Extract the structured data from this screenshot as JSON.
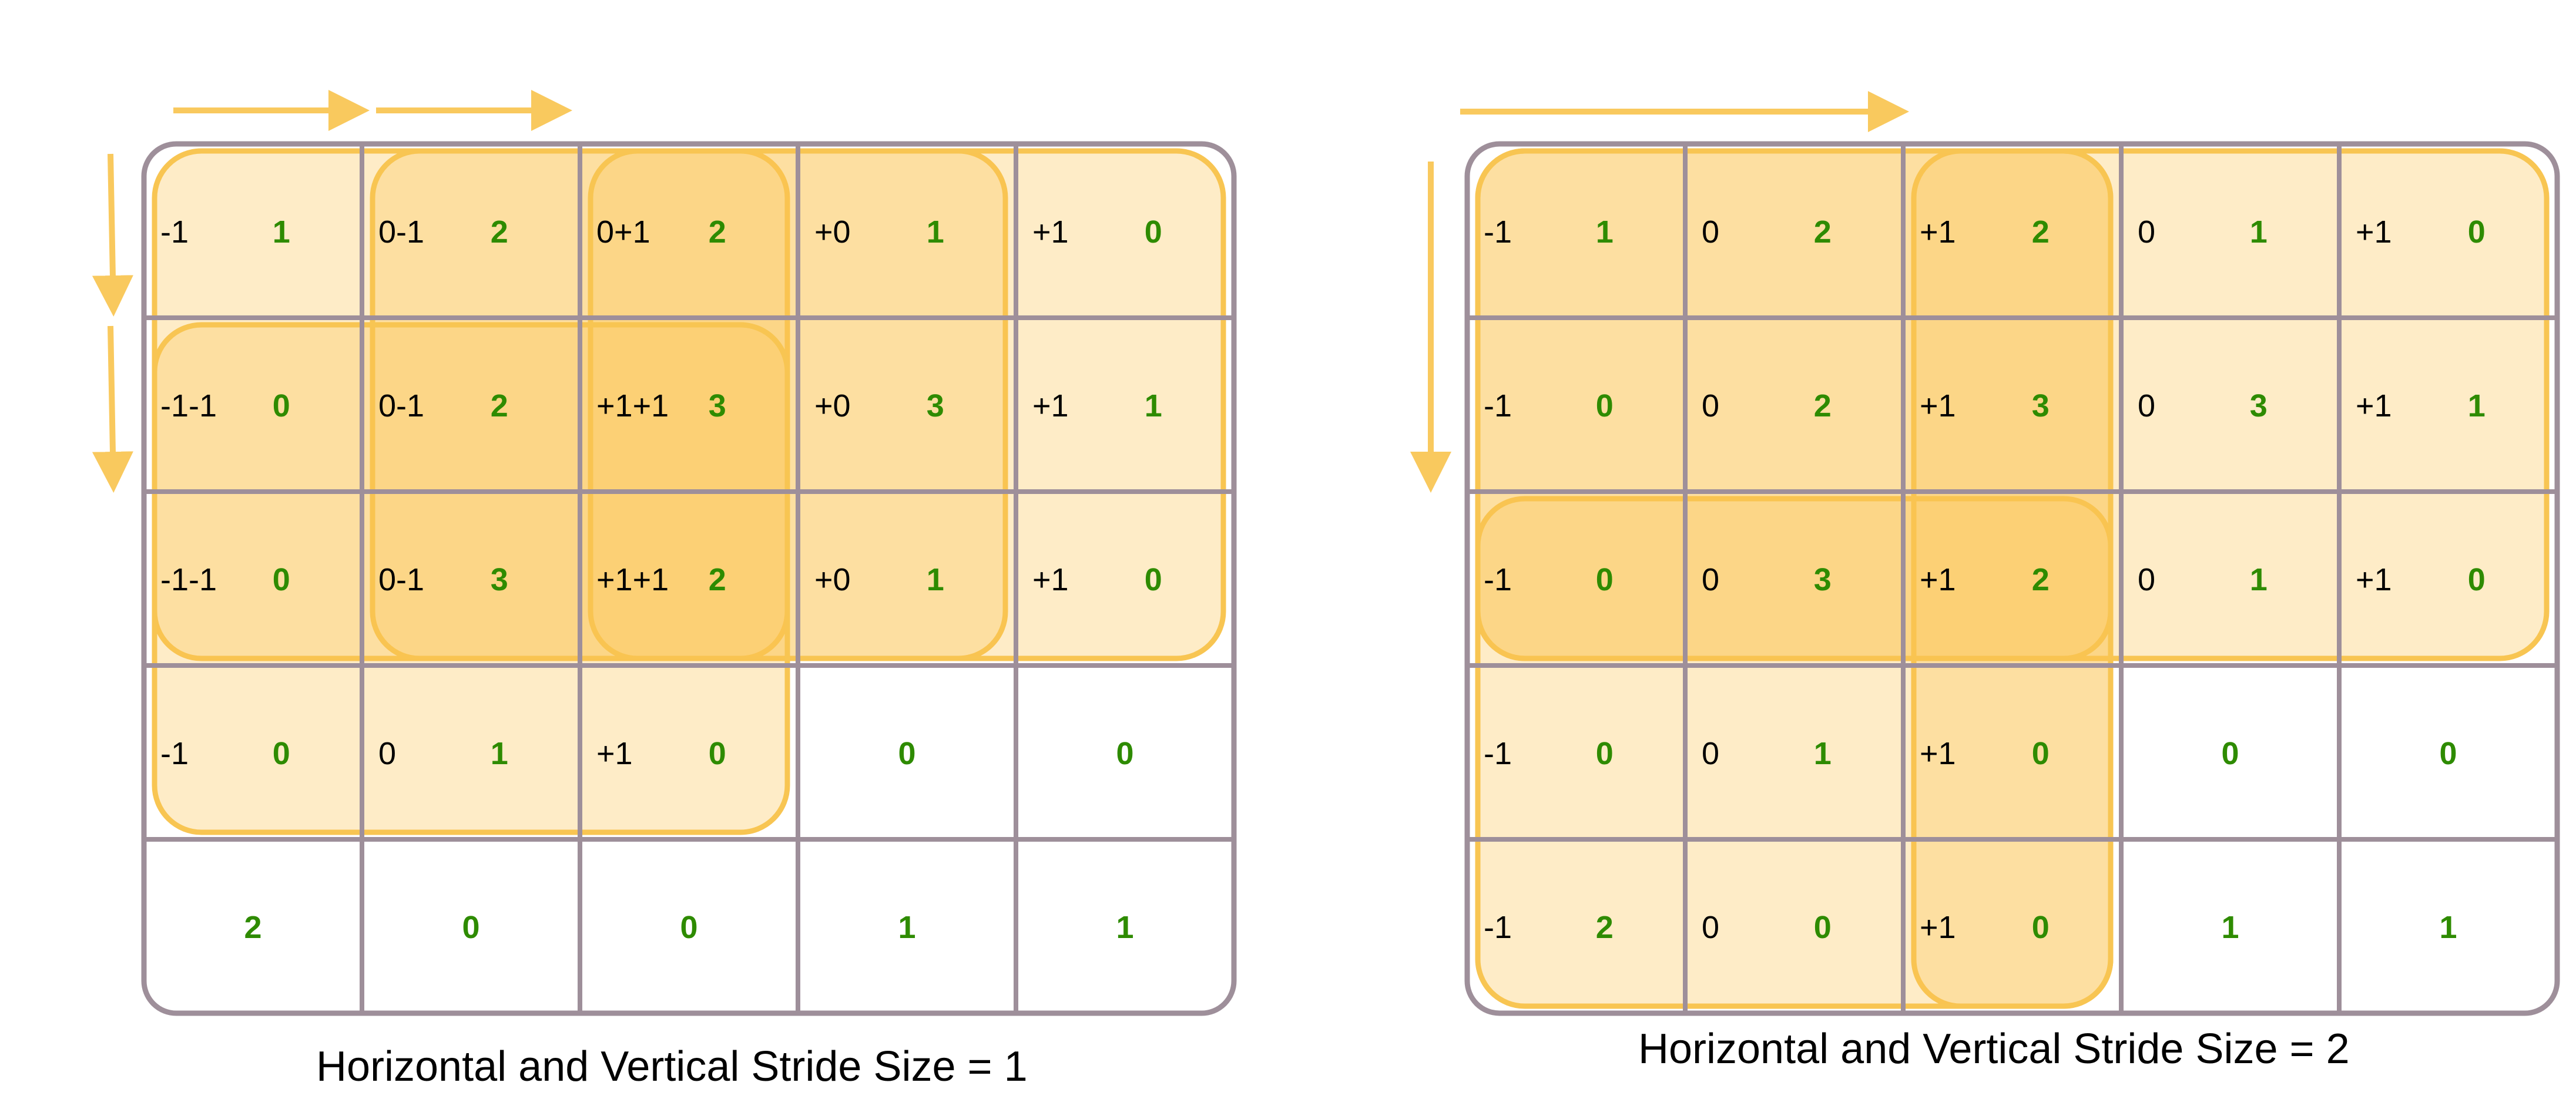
{
  "colors": {
    "grid_line": "#9e8f9a",
    "window_fill": "#fdc550",
    "window_stroke": "#f8c552",
    "arrow": "#f9c95e",
    "kernel_text": "#000000",
    "value_text": "#2e8b00"
  },
  "diagrams": [
    {
      "caption": "Horizontal and Vertical Stride Size = 1",
      "grid": [
        [
          "1",
          "2",
          "2",
          "1",
          "0"
        ],
        [
          "0",
          "2",
          "3",
          "3",
          "1"
        ],
        [
          "0",
          "3",
          "2",
          "1",
          "0"
        ],
        [
          "0",
          "1",
          "0",
          "0",
          "0"
        ],
        [
          "2",
          "0",
          "0",
          "1",
          "1"
        ]
      ],
      "kernel_labels": [
        [
          "-1",
          "0-1",
          "0+1",
          "+0",
          "+1"
        ],
        [
          "-1-1",
          "0-1",
          "+1+1",
          "+0",
          "+1"
        ],
        [
          "-1-1",
          "0-1",
          "+1+1",
          "+0",
          "+1"
        ],
        [
          "-1",
          "0",
          "+1",
          "",
          ""
        ],
        [
          "",
          "",
          "",
          "",
          ""
        ]
      ]
    },
    {
      "caption": "Horizontal and Vertical Stride Size = 2",
      "grid": [
        [
          "1",
          "2",
          "2",
          "1",
          "0"
        ],
        [
          "0",
          "2",
          "3",
          "3",
          "1"
        ],
        [
          "0",
          "3",
          "2",
          "1",
          "0"
        ],
        [
          "0",
          "1",
          "0",
          "0",
          "0"
        ],
        [
          "2",
          "0",
          "0",
          "1",
          "1"
        ]
      ],
      "kernel_labels": [
        [
          "-1",
          "0",
          "+1",
          "0",
          "+1"
        ],
        [
          "-1",
          "0",
          "+1",
          "0",
          "+1"
        ],
        [
          "-1",
          "0",
          "+1",
          "0",
          "+1"
        ],
        [
          "-1",
          "0",
          "+1",
          "",
          ""
        ],
        [
          "-1",
          "0",
          "+1",
          "",
          ""
        ]
      ]
    }
  ]
}
